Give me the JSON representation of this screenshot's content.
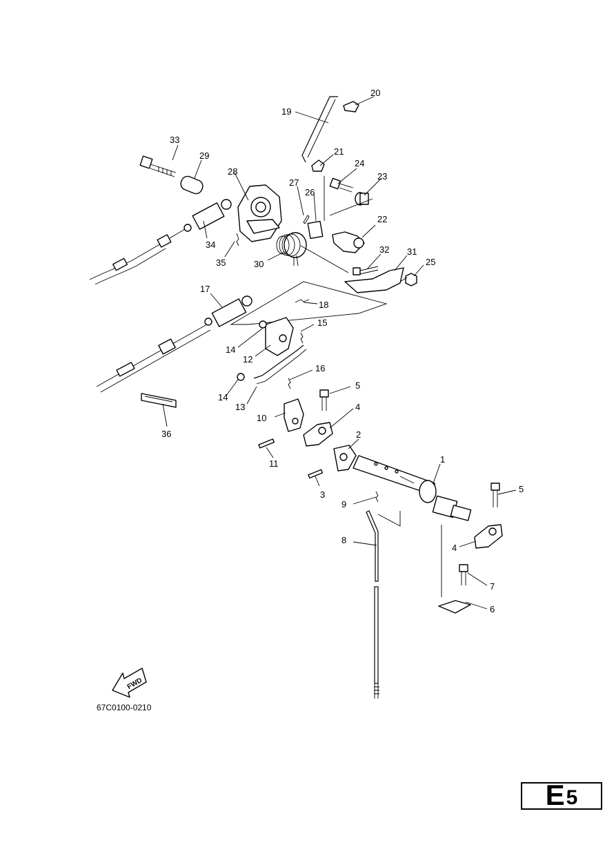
{
  "diagram": {
    "code": "67C0100-0210",
    "fwd_label": "FWD",
    "section": {
      "letter": "E",
      "number": "5"
    },
    "callouts": [
      "1",
      "2",
      "3",
      "4",
      "4",
      "5",
      "5",
      "6",
      "7",
      "8",
      "9",
      "10",
      "11",
      "12",
      "13",
      "14",
      "14",
      "15",
      "16",
      "17",
      "18",
      "19",
      "20",
      "21",
      "22",
      "23",
      "24",
      "25",
      "26",
      "27",
      "28",
      "29",
      "30",
      "31",
      "32",
      "33",
      "34",
      "35",
      "36"
    ]
  },
  "icons": {
    "fwd_arrow": "fwd-arrow-icon"
  }
}
